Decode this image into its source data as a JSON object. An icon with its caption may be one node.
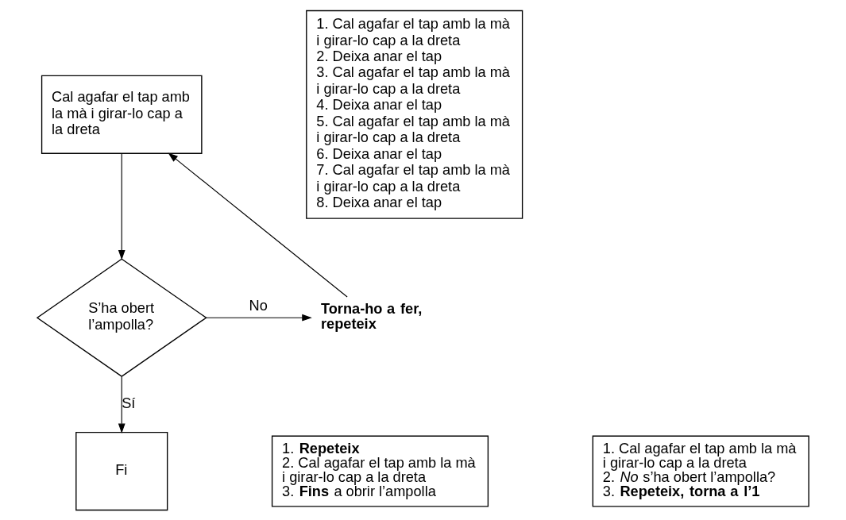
{
  "diagram": {
    "nodes": [
      {
        "text": [
          "Cal agafar el tap amb la mà i girar-lo cap a la dreta"
        ]
      },
      {
        "text": [
          "S’ha obert l’ampolla?"
        ]
      },
      {
        "text": [
          "Torna-ho a fer, repeteix"
        ]
      },
      {
        "text": [
          "Fi"
        ]
      },
      {
        "text": [
          "1. Cal agafar el tap amb la mà i girar-lo cap a la dreta",
          "2. Deixa anar el tap",
          "3. Cal agafar el tap amb la mà i girar-lo cap a la dreta",
          "4. Deixa anar el tap",
          "5. Cal agafar el tap amb la mà i girar-lo cap a la dreta",
          "6. Deixa anar el tap",
          "7. Cal agafar el tap amb la mà i girar-lo cap a la dreta",
          "8. Deixa anar el tap"
        ]
      },
      {
        "text": [
          "1. **Repeteix**",
          "2. Cal agafar el tap amb la mà i girar-lo cap a la dreta",
          "3. **Fins** a obrir l’ampolla"
        ]
      },
      {
        "text": [
          "1. Cal agafar el tap amb la mà i girar-lo cap a la dreta",
          "2. *No* s’ha obert l’ampolla?",
          "3. **Repeteix, torna a l’1**"
        ]
      }
    ],
    "edges": [
      {
        "from": 0,
        "to": 1,
        "arrow": "to"
      },
      {
        "from": 1,
        "to": 2,
        "arrow": "to",
        "label": "No"
      },
      {
        "from": 2,
        "to": 0,
        "arrow": "to"
      },
      {
        "from": 1,
        "to": 3,
        "arrow": "to",
        "label": "Sí"
      }
    ]
  }
}
